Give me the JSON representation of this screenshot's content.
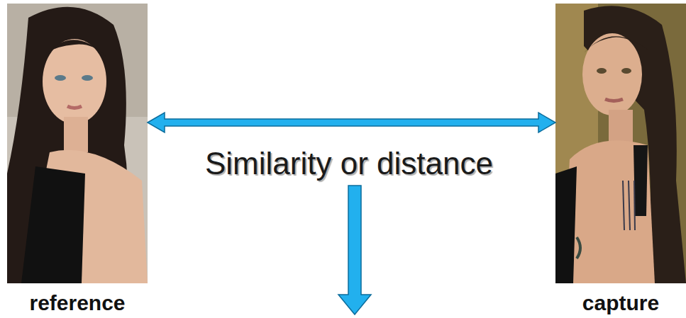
{
  "diagram": {
    "nodes": [
      {
        "text": [
          "reference"
        ]
      },
      {
        "text": [
          "capture"
        ]
      }
    ],
    "edges": [
      {
        "from": 0,
        "to": 1,
        "arrow": "both"
      }
    ],
    "labels": [
      "Similarity or distance"
    ]
  }
}
